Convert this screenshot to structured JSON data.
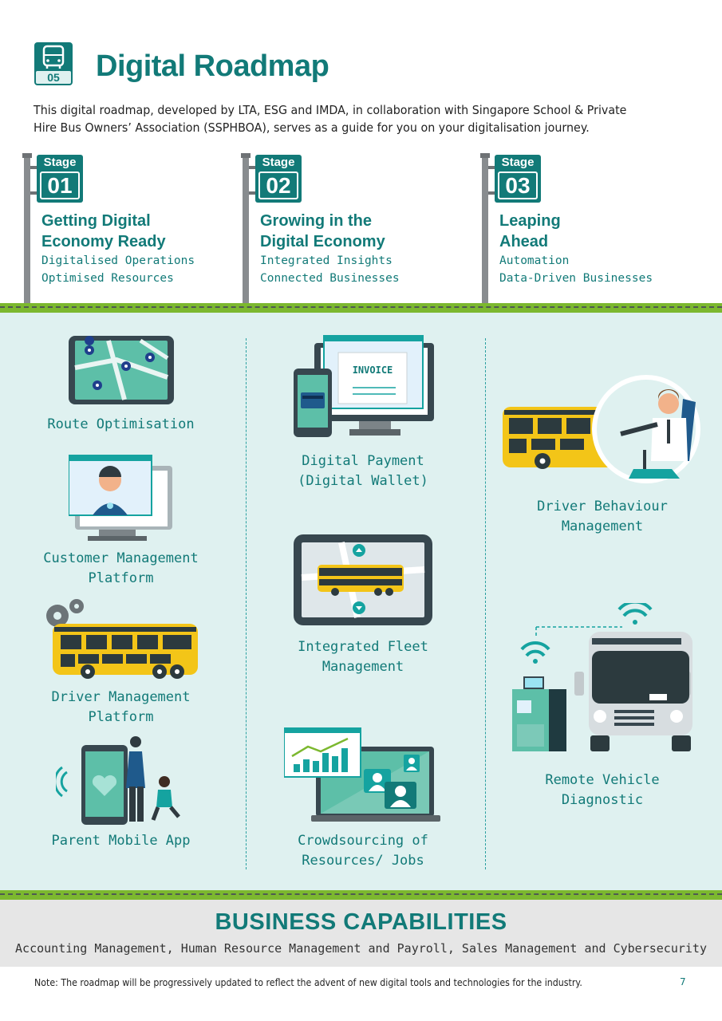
{
  "header": {
    "badge_number": "05",
    "title": "Digital Roadmap",
    "intro": "This digital roadmap, developed by LTA, ESG and IMDA, in collaboration with Singapore School & Private Hire Bus Owners’ Association (SSPHBOA), serves as a guide for you on your digitalisation journey."
  },
  "stages": [
    {
      "word": "Stage",
      "number": "01",
      "title_line1": "Getting Digital",
      "title_line2": "Economy Ready",
      "sub_line1": "Digitalised Operations",
      "sub_line2": "Optimised Resources"
    },
    {
      "word": "Stage",
      "number": "02",
      "title_line1": "Growing in the",
      "title_line2": "Digital Economy",
      "sub_line1": "Integrated Insights",
      "sub_line2": "Connected Businesses"
    },
    {
      "word": "Stage",
      "number": "03",
      "title_line1": "Leaping",
      "title_line2": "Ahead",
      "sub_line1": "Automation",
      "sub_line2": "Data-Driven Businesses"
    }
  ],
  "solutions": {
    "route_optimisation": "Route Optimisation",
    "customer_mgmt_1": "Customer Management",
    "customer_mgmt_2": "Platform",
    "driver_mgmt_1": "Driver Management",
    "driver_mgmt_2": "Platform",
    "parent_app": "Parent Mobile App",
    "digital_payment_1": "Digital Payment",
    "digital_payment_2": "(Digital Wallet)",
    "invoice_word": "INVOICE",
    "fleet_1": "Integrated Fleet",
    "fleet_2": "Management",
    "crowd_1": "Crowdsourcing of",
    "crowd_2": "Resources/ Jobs",
    "driver_behaviour_1": "Driver Behaviour",
    "driver_behaviour_2": "Management",
    "remote_1": "Remote Vehicle",
    "remote_2": "Diagnostic"
  },
  "capabilities": {
    "title": "BUSINESS CAPABILITIES",
    "text": "Accounting Management, Human Resource Management and Payroll, Sales Management and Cybersecurity"
  },
  "footer": {
    "note": "Note: The roadmap will be progressively updated to reflect the advent of new digital tools and technologies for the industry.",
    "page_number": "7"
  },
  "colors": {
    "teal": "#127a78",
    "grass": "#7cb82f",
    "field": "#dff1f0",
    "bus_yellow": "#f3c518"
  }
}
